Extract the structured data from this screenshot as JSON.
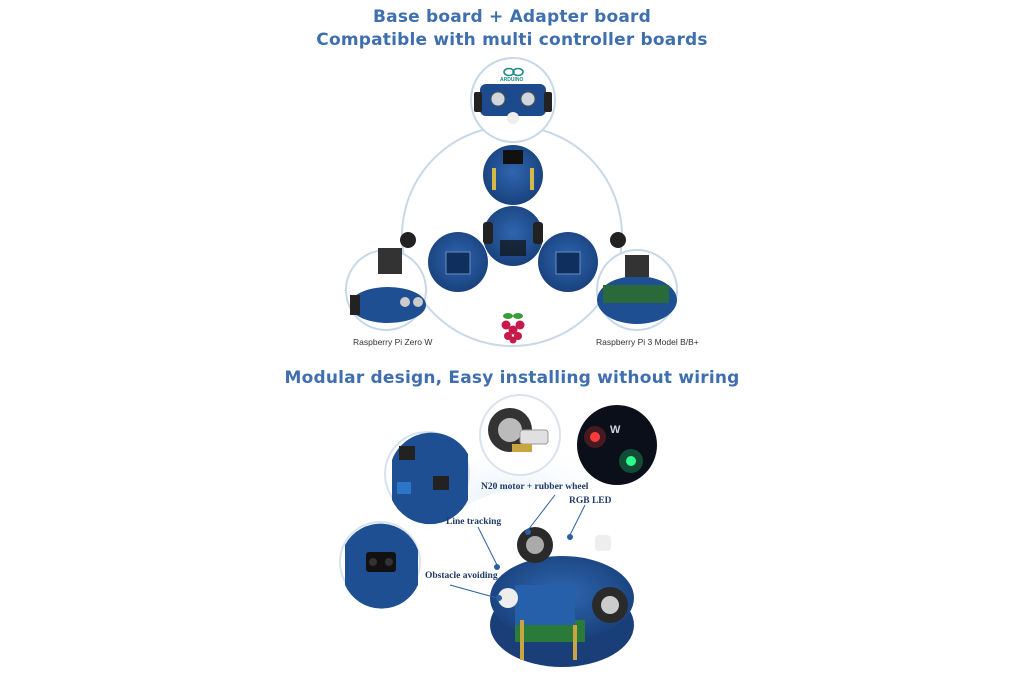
{
  "headings": {
    "line1": "Base board + Adapter board",
    "line2": "Compatible with multi controller boards",
    "line3": "Modular design, Easy installing without wiring"
  },
  "top_section": {
    "arduino_logo_text": "ARDUINO",
    "left_caption": "Raspberry Pi Zero W",
    "right_caption": "Raspberry Pi 3 Model B/B+"
  },
  "bottom_section": {
    "labels": {
      "motor": "N20 motor + rubber wheel",
      "rgb": "RGB LED",
      "line_tracking": "Line tracking",
      "obstacle": "Obstacle avoiding"
    }
  },
  "colors": {
    "heading": "#3f6fae",
    "board_blue": "#1f4f94",
    "circle_line": "#c7d8e8"
  }
}
